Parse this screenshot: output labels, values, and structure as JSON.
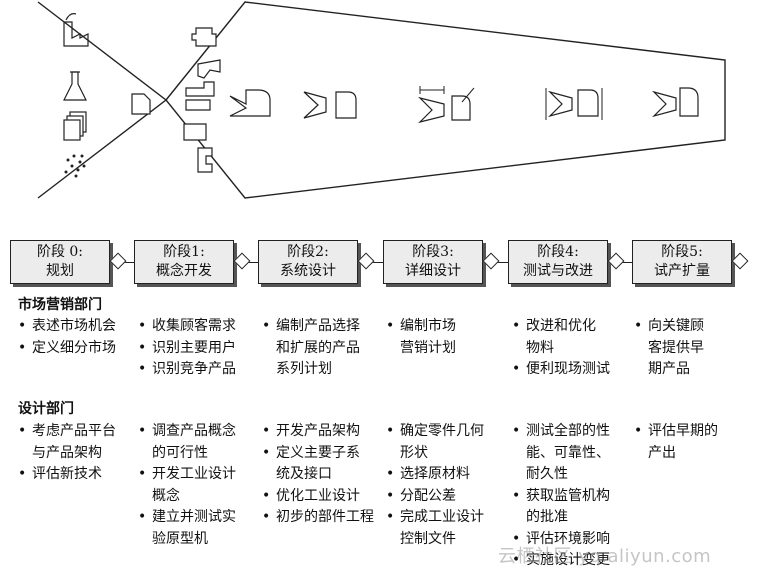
{
  "stages": [
    {
      "line1": "阶段 0:",
      "line2": "规划"
    },
    {
      "line1": "阶段1:",
      "line2": "概念开发"
    },
    {
      "line1": "阶段2:",
      "line2": "系统设计"
    },
    {
      "line1": "阶段3:",
      "line2": "详细设计"
    },
    {
      "line1": "阶段4:",
      "line2": "测试与改进"
    },
    {
      "line1": "阶段5:",
      "line2": "试产扩量"
    }
  ],
  "marketing": {
    "title": "市场营销部门",
    "columns": [
      [
        "表述市场机会",
        "定义细分市场"
      ],
      [
        "收集顾客需求",
        "识别主要用户",
        "识别竞争产品"
      ],
      [
        "编制产品选择\n和扩展的产品\n系列计划"
      ],
      [
        "编制市场\n营销计划"
      ],
      [
        "改进和优化\n物料",
        "便利现场测试"
      ],
      [
        "向关键顾\n客提供早\n期产品"
      ]
    ]
  },
  "design": {
    "title": "设计部门",
    "columns": [
      [
        "考虑产品平台\n与产品架构",
        "评估新技术"
      ],
      [
        "调查产品概念\n的可行性",
        "开发工业设计\n概念",
        "建立并测试实\n验原型机"
      ],
      [
        "开发产品架构",
        "定义主要子系\n统及接口",
        "优化工业设计",
        "初步的部件工程"
      ],
      [
        "确定零件几何\n形状",
        "选择原材料",
        "分配公差",
        "完成工业设计\n控制文件"
      ],
      [
        "测试全部的性\n能、可靠性、\n耐久性",
        "获取监管机构\n的批准",
        "评估环境影响",
        "实施设计变更"
      ],
      [
        "评估早期的\n产出"
      ]
    ]
  },
  "watermark": "云栖社区 yq.aliyun.com"
}
